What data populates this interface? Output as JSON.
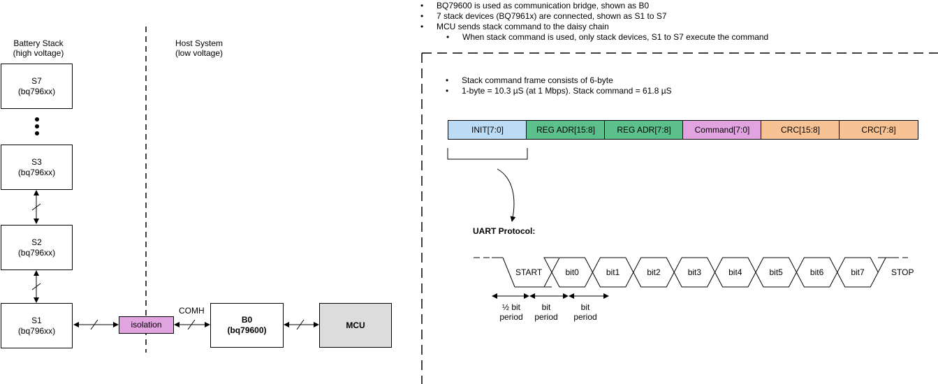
{
  "top_bullets": [
    "BQ79600 is used as communication bridge, shown as B0",
    "7 stack devices (BQ7961x) are connected, shown as S1 to S7",
    "MCU sends stack command to the daisy chain"
  ],
  "sub_bullet": "When stack command is used, only stack devices, S1 to S7 execute the command",
  "left": {
    "battery_title": "Battery Stack",
    "battery_sub": "(high voltage)",
    "host_title": "Host System",
    "host_sub": "(low voltage)",
    "stack_devices": [
      {
        "name": "S7",
        "part": "(bq796xx)"
      },
      {
        "name": "S3",
        "part": "(bq796xx)"
      },
      {
        "name": "S2",
        "part": "(bq796xx)"
      },
      {
        "name": "S1",
        "part": "(bq796xx)"
      }
    ],
    "isolation": "isolation",
    "comh": "COMH",
    "bridge_name": "B0",
    "bridge_part": "(bq79600)",
    "mcu": "MCU"
  },
  "frame": {
    "bullets": [
      "Stack command frame consists of 6-byte",
      "1-byte = 10.3 µS (at 1 Mbps). Stack command = 61.8 µS"
    ],
    "bytes": [
      "INIT[7:0]",
      "REG ADR[15:8]",
      "REG ADR[7:8]",
      "Command[7:0]",
      "CRC[15:8]",
      "CRC[7:8]"
    ]
  },
  "uart": {
    "title": "UART Protocol:",
    "start": "START",
    "bits": [
      "bit0",
      "bit1",
      "bit2",
      "bit3",
      "bit4",
      "bit5",
      "bit6",
      "bit7"
    ],
    "stop": "STOP",
    "periods": [
      {
        "line1": "½ bit",
        "line2": "period"
      },
      {
        "line1": "bit",
        "line2": "period"
      },
      {
        "line1": "bit",
        "line2": "period"
      }
    ]
  },
  "colors": {
    "init": "#bcdcf5",
    "reg_adr": "#5cc08c",
    "command": "#e2a4e0",
    "crc": "#f7c294",
    "isolation": "#e2a4e0",
    "mcu": "#dcdcdc"
  }
}
